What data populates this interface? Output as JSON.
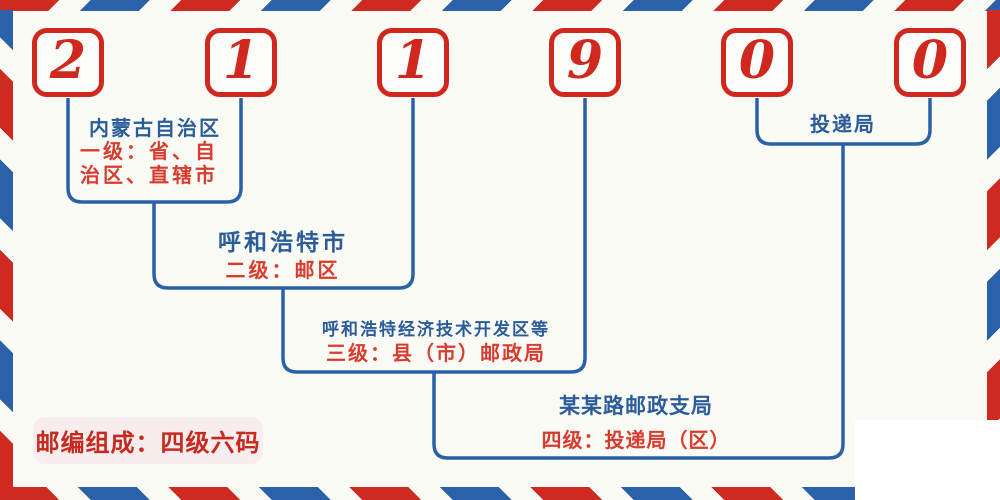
{
  "postal_code": {
    "digits": [
      "2",
      "1",
      "1",
      "9",
      "0",
      "0"
    ]
  },
  "levels": [
    {
      "place": "内蒙古自治区",
      "desc": "一级：省、自治区、直辖市"
    },
    {
      "place": "呼和浩特市",
      "desc": "二级：邮区"
    },
    {
      "place": "呼和浩特经济技术开发区等",
      "desc": "三级：县（市）邮政局"
    },
    {
      "place": "某某路邮政支局",
      "desc": "四级：投递局（区）"
    }
  ],
  "delivery_office_label": "投递局",
  "footer_badge": "邮编组成：四级六码",
  "colors": {
    "accent_red": "#ce2a21",
    "accent_blue": "#2b61a8",
    "text_blue": "#2a5c9b",
    "text_red": "#d93b2f",
    "digit_red": "#d0281e",
    "background": "#fafbf5",
    "badge_background": "#f7edee"
  }
}
